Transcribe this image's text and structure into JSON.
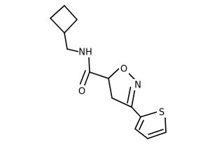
{
  "molecule": {
    "atoms": {
      "amide_nh": "NH",
      "carbonyl_o": "O",
      "ring_o": "O",
      "ring_n": "N",
      "thiophene_s": "S"
    },
    "colors": {
      "bond": "#000000",
      "label": "#000000",
      "background": "#ffffff"
    }
  }
}
